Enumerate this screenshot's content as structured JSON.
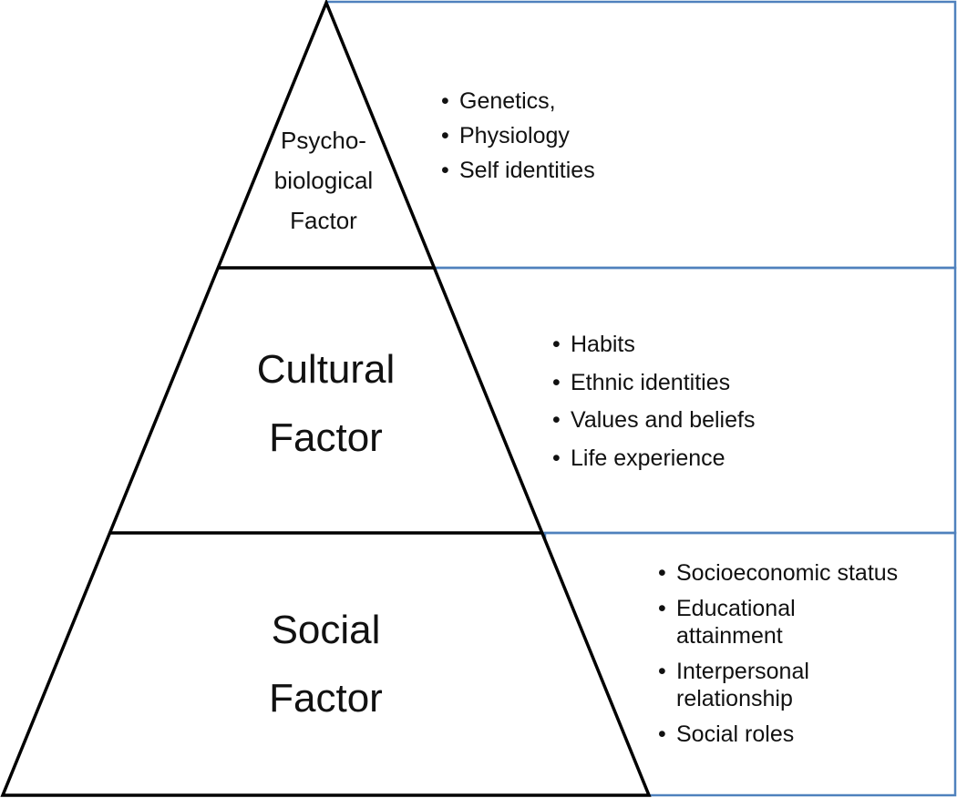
{
  "colors": {
    "box_border": "#4f81bd",
    "pyramid_stroke": "#000000",
    "text": "#111111"
  },
  "tiers": [
    {
      "label_lines": [
        "Psycho-",
        "biological",
        "Factor"
      ],
      "items": [
        "Genetics,",
        "Physiology",
        "Self identities"
      ]
    },
    {
      "label_lines": [
        "Cultural",
        "Factor"
      ],
      "items": [
        "Habits",
        "Ethnic identities",
        "Values and beliefs",
        "Life experience"
      ]
    },
    {
      "label_lines": [
        "Social",
        "Factor"
      ],
      "items": [
        "Socioeconomic status",
        "Educational attainment",
        "Interpersonal relationship",
        "Social roles"
      ]
    }
  ]
}
